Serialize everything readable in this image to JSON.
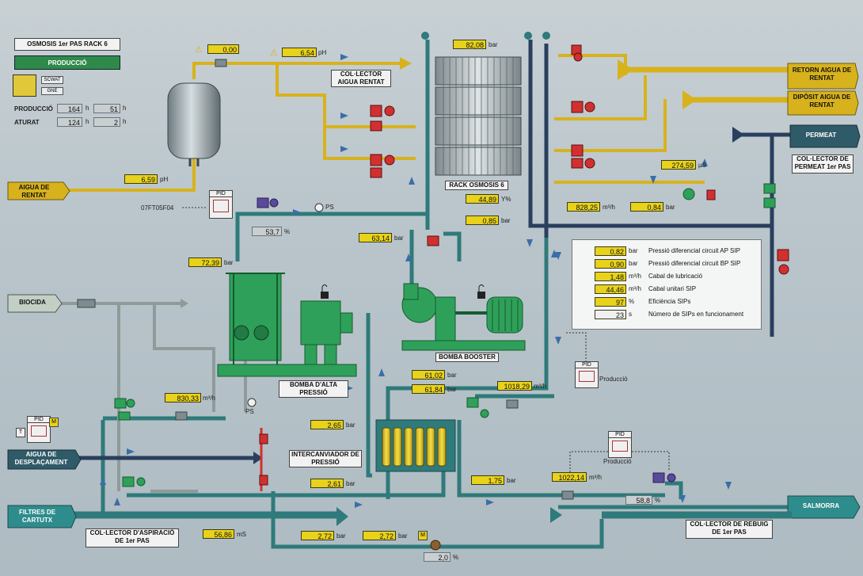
{
  "header": {
    "title": "OSMOSIS 1er PAS RACK 6",
    "mode": "PRODUCCIÓ",
    "btn_top": "SCWAT",
    "btn_bottom": "GNE"
  },
  "hours": {
    "produccio_label": "PRODUCCIÓ",
    "produccio_h": "164",
    "produccio_h_unit": "h",
    "produccio_min": "51",
    "produccio_min_unit": "h",
    "aturat_label": "ATURAT",
    "aturat_h": "124",
    "aturat_h_unit": "h",
    "aturat_min": "2",
    "aturat_min_unit": "h"
  },
  "labels": {
    "collector_rentat": "COL·LECTOR AIGUA RENTAT",
    "rack": "RACK OSMOSIS 6",
    "retorn": "RETORN AIGUA DE RENTAT",
    "diposit": "DIPÒSIT AIGUA DE RENTAT",
    "permeat": "PERMEAT",
    "collector_permeat": "COL·LECTOR DE PERMEAT 1er PAS",
    "aigua_rentat": "AIGUA DE RENTAT",
    "biocida": "BIOCIDA",
    "bomba_ap": "BOMBA D'ALTA PRESSIÓ",
    "bomba_booster": "BOMBA BOOSTER",
    "aigua_despl": "AIGUA DE DESPLAÇAMENT",
    "intercanviador": "INTERCANVIADOR DE PRESSIÓ",
    "filtres": "FILTRES DE CARTUTX",
    "collector_aspiracio": "COL·LECTOR D'ASPIRACIÓ DE 1er PAS",
    "salmorra": "SALMORRA",
    "collector_rebuig": "COL·LECTOR DE REBUIG DE 1er PAS",
    "ps1": "PS",
    "ps2": "PS",
    "fit_tag": "07FT05F04",
    "pid": "PID",
    "pid_prod1": "Producció",
    "pid_prod2": "Producció",
    "t_box": "T",
    "m_box": "M",
    "m_box2": "M"
  },
  "values": {
    "v000": "0,00",
    "v654": "6,54",
    "u_ph": "pH",
    "v8208": "82,08",
    "u_bar": "bar",
    "v659": "6,59",
    "u_ph2": "pH",
    "v2745": "274,59",
    "u_us": "µS",
    "v82825": "828,25",
    "u_m3h": "m³/h",
    "v084": "0,84",
    "v4489": "44,89",
    "u_yp": "Y%",
    "v085": "0,85",
    "v537": "53,7",
    "u_pct": "%",
    "v6314": "63,14",
    "v7239": "72,39",
    "v6102": "61,02",
    "v6184": "61,84",
    "v101829": "1018,29",
    "v83033": "830,33",
    "v265": "2,65",
    "v261": "2,61",
    "v175": "1,75",
    "v102214": "1022,14",
    "v588": "58,8",
    "v5686": "56,86",
    "u_ms": "mS",
    "v272a": "2,72",
    "v272b": "2,72",
    "v20": "2,0"
  },
  "legend": [
    {
      "value": "0,82",
      "unit": "bar",
      "text": "Pressió diferencial circuit AP SIP"
    },
    {
      "value": "0,90",
      "unit": "bar",
      "text": "Pressió diferencial circuit BP SIP"
    },
    {
      "value": "1,48",
      "unit": "m³/h",
      "text": "Cabal de lubricació"
    },
    {
      "value": "44,46",
      "unit": "m³/h",
      "text": "Cabal unitari SIP"
    },
    {
      "value": "97",
      "unit": "%",
      "text": "Eficiència SIPs"
    },
    {
      "value": "23",
      "unit": "s",
      "text": "Número de SIPs en funcionament"
    }
  ],
  "colors": {
    "yellow_pipe": "#d8b21c",
    "teal_pipe": "#2f7a7a",
    "navy_pipe": "#2a3f5e",
    "grey_pipe": "#8f9a9a",
    "green_equip": "#2fa05a",
    "valve_red": "#d23030"
  }
}
